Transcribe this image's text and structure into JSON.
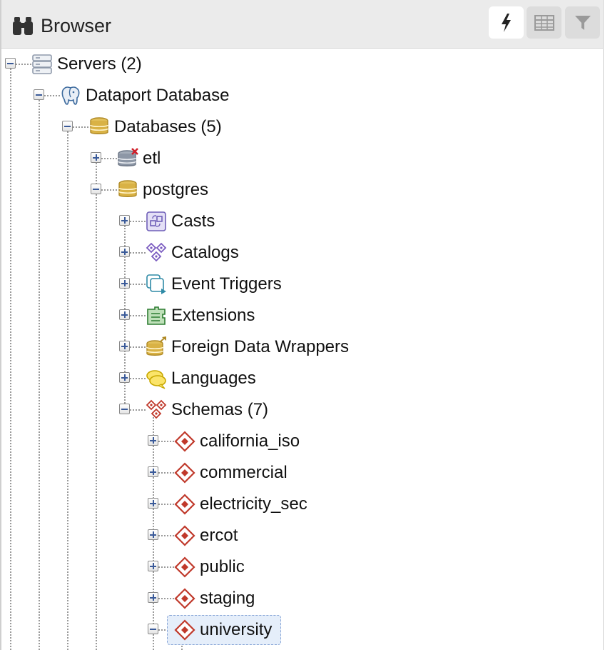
{
  "header": {
    "title": "Browser",
    "title_icon": "binoculars-icon",
    "toolbar": [
      {
        "name": "query-tool",
        "icon": "lightning-icon",
        "active": true
      },
      {
        "name": "view-data",
        "icon": "table-icon",
        "active": false
      },
      {
        "name": "filtered-rows",
        "icon": "filter-icon",
        "active": false
      }
    ]
  },
  "tree": {
    "servers": {
      "label": "Servers (2)",
      "icon": "servers-icon"
    },
    "server": {
      "label": "Dataport Database",
      "icon": "postgres-elephant-icon"
    },
    "databases": {
      "label": "Databases (5)",
      "icon": "database-stack-icon"
    },
    "db_etl": {
      "label": "etl",
      "icon": "database-disconnected-icon"
    },
    "db_postgres": {
      "label": "postgres",
      "icon": "database-icon"
    },
    "postgres_children": [
      {
        "label": "Casts",
        "icon": "casts-icon"
      },
      {
        "label": "Catalogs",
        "icon": "catalogs-icon"
      },
      {
        "label": "Event Triggers",
        "icon": "event-triggers-icon"
      },
      {
        "label": "Extensions",
        "icon": "extensions-icon"
      },
      {
        "label": "Foreign Data Wrappers",
        "icon": "foreign-data-wrappers-icon"
      },
      {
        "label": "Languages",
        "icon": "languages-icon"
      }
    ],
    "schemas": {
      "label": "Schemas (7)",
      "icon": "schemas-icon"
    },
    "schema_items": [
      {
        "label": "california_iso",
        "icon": "schema-icon"
      },
      {
        "label": "commercial",
        "icon": "schema-icon"
      },
      {
        "label": "electricity_sec",
        "icon": "schema-icon"
      },
      {
        "label": "ercot",
        "icon": "schema-icon"
      },
      {
        "label": "public",
        "icon": "schema-icon"
      },
      {
        "label": "staging",
        "icon": "schema-icon"
      },
      {
        "label": "university",
        "icon": "schema-icon",
        "selected": true
      }
    ]
  },
  "colors": {
    "schema_red": "#c0392b",
    "db_gold": "#c9a23a",
    "purple": "#7b5bb6",
    "selection": "#e5eefa"
  }
}
